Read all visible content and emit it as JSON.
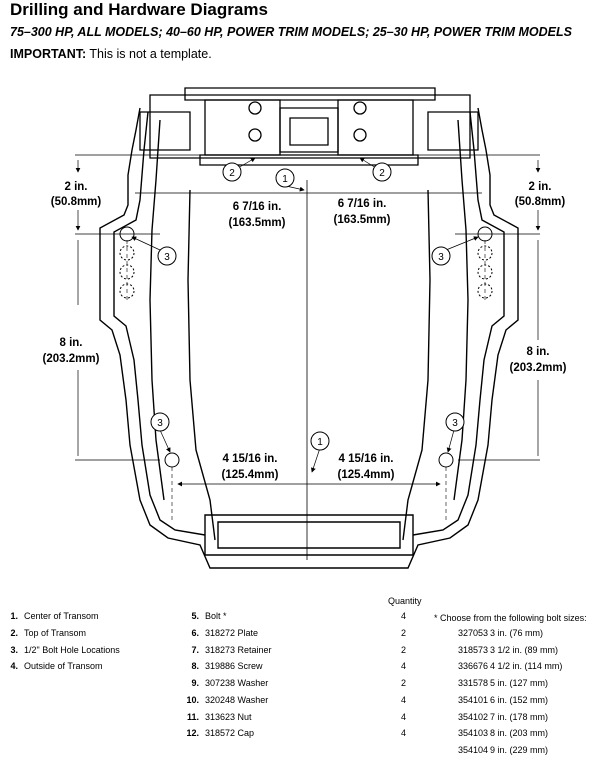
{
  "header": {
    "title": "Drilling and Hardware Diagrams",
    "subtitle": "75–300 HP, ALL MODELS; 40–60 HP, POWER TRIM MODELS; 25–30 HP, POWER TRIM MODELS",
    "important_label": "IMPORTANT:",
    "important_text": "This is not a template."
  },
  "diagram": {
    "dim_top_left": "2 in.",
    "dim_top_left_mm": "(50.8mm)",
    "dim_top_right": "2 in.",
    "dim_top_right_mm": "(50.8mm)",
    "dim_mid_left": "8 in.",
    "dim_mid_left_mm": "(203.2mm)",
    "dim_mid_right": "8 in.",
    "dim_mid_right_mm": "(203.2mm)",
    "dim_upper_center_left": "6 7/16 in.",
    "dim_upper_center_left_mm": "(163.5mm)",
    "dim_upper_center_right": "6 7/16 in.",
    "dim_upper_center_right_mm": "(163.5mm)",
    "dim_lower_center_left": "4 15/16 in.",
    "dim_lower_center_left_mm": "(125.4mm)",
    "dim_lower_center_right": "4 15/16 in.",
    "dim_lower_center_right_mm": "(125.4mm)",
    "callout_1": "1",
    "callout_2": "2",
    "callout_3": "3"
  },
  "legend": {
    "quantity_header": "Quantity",
    "left": [
      {
        "num": "1.",
        "text": "Center of Transom"
      },
      {
        "num": "2.",
        "text": "Top of Transom"
      },
      {
        "num": "3.",
        "text": "1/2\" Bolt Hole Locations"
      },
      {
        "num": "4.",
        "text": "Outside of Transom"
      }
    ],
    "middle": [
      {
        "num": "5.",
        "text": "Bolt *",
        "qty": "4"
      },
      {
        "num": "6.",
        "text": "318272 Plate",
        "qty": "2"
      },
      {
        "num": "7.",
        "text": "318273 Retainer",
        "qty": "2"
      },
      {
        "num": "8.",
        "text": "319886 Screw",
        "qty": "4"
      },
      {
        "num": "9.",
        "text": "307238 Washer",
        "qty": "2"
      },
      {
        "num": "10.",
        "text": "320248 Washer",
        "qty": "4"
      },
      {
        "num": "11.",
        "text": "313623 Nut",
        "qty": "4"
      },
      {
        "num": "12.",
        "text": "318572 Cap",
        "qty": "4"
      }
    ],
    "bolt_header": "* Choose from the following bolt sizes:",
    "bolts": [
      {
        "part": "327053",
        "size": "3 in. (76 mm)"
      },
      {
        "part": "318573",
        "size": "3 1/2 in. (89 mm)"
      },
      {
        "part": "336676",
        "size": "4 1/2 in. (114 mm)"
      },
      {
        "part": "331578",
        "size": "5 in. (127 mm)"
      },
      {
        "part": "354101",
        "size": "6 in. (152 mm)"
      },
      {
        "part": "354102",
        "size": "7 in. (178 mm)"
      },
      {
        "part": "354103",
        "size": "8 in. (203 mm)"
      },
      {
        "part": "354104",
        "size": "9 in. (229 mm)"
      }
    ]
  }
}
